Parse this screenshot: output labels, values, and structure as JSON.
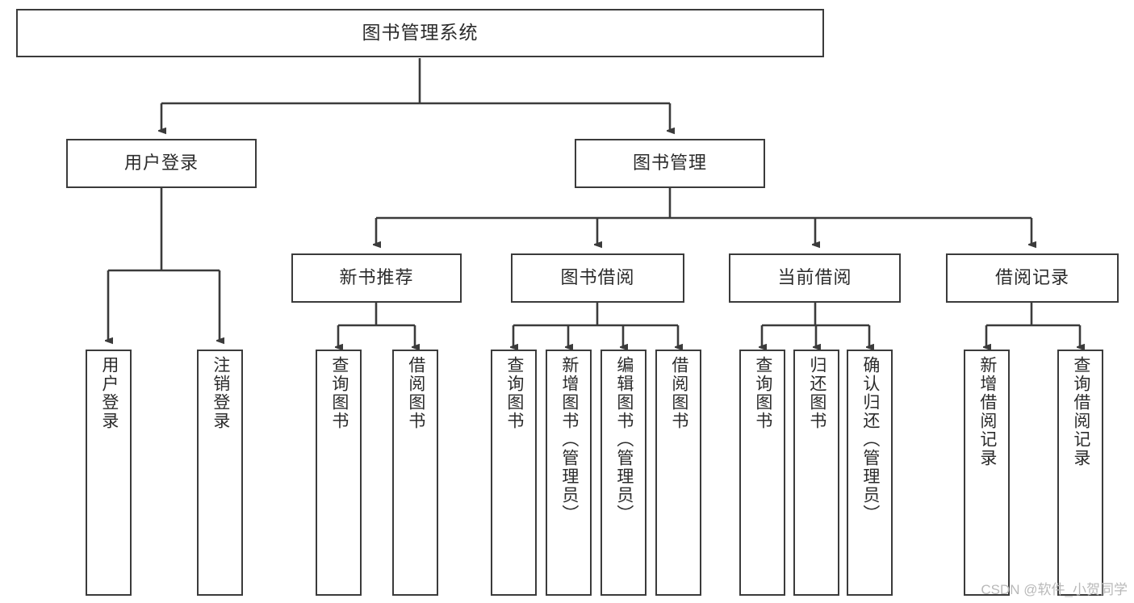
{
  "diagram": {
    "title": "图书管理系统",
    "type": "tree-hierarchy-chart",
    "stroke_color": "#3b3b3b",
    "background_color": "#ffffff",
    "text_color": "#2b2b2b"
  },
  "watermark": {
    "text": "CSDN @软件_小贺同学",
    "color": "#b9b9b9"
  },
  "nodes": {
    "root": {
      "label": "图书管理系统"
    },
    "level1": [
      {
        "label": "用户登录"
      },
      {
        "label": "图书管理"
      }
    ],
    "level2": [
      {
        "label": "新书推荐"
      },
      {
        "label": "图书借阅"
      },
      {
        "label": "当前借阅"
      },
      {
        "label": "借阅记录"
      }
    ],
    "leaves": {
      "user_login": [
        {
          "label": "用户登录"
        },
        {
          "label": "注销登录"
        }
      ],
      "new_book_recommend": [
        {
          "label": "查询图书"
        },
        {
          "label": "借阅图书"
        }
      ],
      "book_borrow": [
        {
          "label": "查询图书"
        },
        {
          "label": "新增图书（管理员）"
        },
        {
          "label": "编辑图书（管理员）"
        },
        {
          "label": "借阅图书"
        }
      ],
      "current_borrow": [
        {
          "label": "查询图书"
        },
        {
          "label": "归还图书"
        },
        {
          "label": "确认归还（管理员）"
        }
      ],
      "borrow_records": [
        {
          "label": "新增借阅记录"
        },
        {
          "label": "查询借阅记录"
        }
      ]
    }
  }
}
